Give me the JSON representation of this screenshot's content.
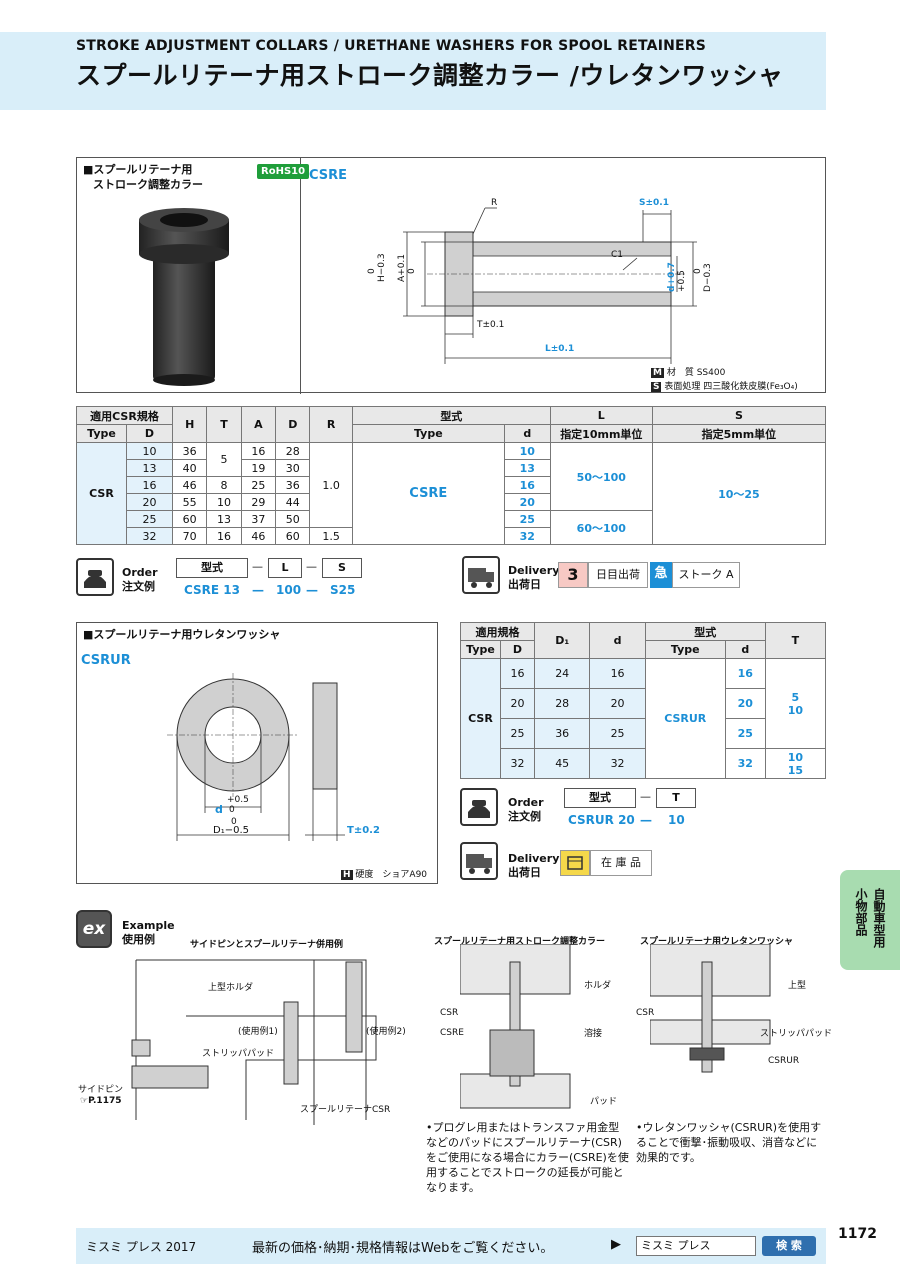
{
  "header": {
    "title_en": "STROKE ADJUSTMENT COLLARS / URETHANE WASHERS FOR SPOOL RETAINERS",
    "title_jp": "スプールリテーナ用ストローク調整カラー /ウレタンワッシャ"
  },
  "csre": {
    "section_label_1": "■スプールリテーナ用",
    "section_label_2": "ストローク調整カラー",
    "rohs": "RoHS10",
    "code": "CSRE",
    "dims": {
      "R": "R",
      "S": "S±0.1",
      "C1": "C1",
      "T": "T±0.1",
      "L": "L±0.1",
      "H": "H−0.3",
      "H0": "0",
      "A": "A+0.1",
      "A0": "0",
      "d": "d+0.7",
      "d2": "+0.5",
      "D": "D−0.3",
      "D0": "0"
    },
    "material_key": "M",
    "material": "材　質 SS400",
    "surface_key": "S",
    "surface": "表面処理 四三酸化鉄皮膜(Fe₃O₄)"
  },
  "table1": {
    "h_applicable": "適用CSR規格",
    "h_type": "Type",
    "h_D": "D",
    "h_H": "H",
    "h_T": "T",
    "h_A": "A",
    "h_Dcol": "D",
    "h_R": "R",
    "h_model": "型式",
    "h_model_type": "Type",
    "h_d": "d",
    "h_L": "L",
    "h_L2": "指定10mm単位",
    "h_S": "S",
    "h_S2": "指定5mm単位",
    "type_value": "CSR",
    "model_value": "CSRE",
    "rows": [
      {
        "D": "10",
        "H": "36",
        "A": "16",
        "Dd": "28",
        "d": "10"
      },
      {
        "D": "13",
        "H": "40",
        "A": "19",
        "Dd": "30",
        "d": "13"
      },
      {
        "D": "16",
        "H": "46",
        "A": "25",
        "Dd": "36",
        "d": "16"
      },
      {
        "D": "20",
        "H": "55",
        "A": "29",
        "Dd": "44",
        "d": "20"
      },
      {
        "D": "25",
        "H": "60",
        "A": "37",
        "Dd": "50",
        "d": "25"
      },
      {
        "D": "32",
        "H": "70",
        "A": "46",
        "Dd": "60",
        "d": "32"
      }
    ],
    "T_merged": "5",
    "T_row3": "8",
    "T_row4": "10",
    "T_row5": "13",
    "T_row6": "16",
    "R_merged": "1.0",
    "R_row6": "1.5",
    "L1": "50～100",
    "L2": "60～100",
    "S_val": "10～25"
  },
  "order1": {
    "label_en": "Order",
    "label_jp": "注文例",
    "h1": "型式",
    "h2": "L",
    "h3": "S",
    "dash": "—",
    "v1": "CSRE 13",
    "v2": "100",
    "v3": "S25"
  },
  "delivery1": {
    "label_en": "Delivery",
    "label_jp": "出荷日",
    "days": "3",
    "days_label": "日目出荷",
    "express": "急",
    "express_label": "ストーク A"
  },
  "csrur": {
    "section_label": "■スプールリテーナ用ウレタンワッシャ",
    "code": "CSRUR",
    "d_label": "d",
    "d_tol": "+0.5",
    "d_tol0": "0",
    "D1_label": "D₁−0.5",
    "D1_tol0": "0",
    "T_label": "T±0.2",
    "hardness_key": "H",
    "hardness": "硬度　ショアA90"
  },
  "table2": {
    "h_applicable": "適用規格",
    "h_type": "Type",
    "h_D": "D",
    "h_D1": "D₁",
    "h_d": "d",
    "h_model": "型式",
    "h_model_type": "Type",
    "h_model_d": "d",
    "h_T": "T",
    "type_value": "CSR",
    "model_value": "CSRUR",
    "rows": [
      {
        "D": "16",
        "D1": "24",
        "d": "16",
        "md": "16"
      },
      {
        "D": "20",
        "D1": "28",
        "d": "20",
        "md": "20"
      },
      {
        "D": "25",
        "D1": "36",
        "d": "25",
        "md": "25"
      },
      {
        "D": "32",
        "D1": "45",
        "d": "32",
        "md": "32"
      }
    ],
    "T_a1": "5",
    "T_a2": "10",
    "T_b1": "10",
    "T_b2": "15"
  },
  "order2": {
    "label_en": "Order",
    "label_jp": "注文例",
    "h1": "型式",
    "h2": "T",
    "dash": "—",
    "v1": "CSRUR 20",
    "v2": "10"
  },
  "delivery2": {
    "label_en": "Delivery",
    "label_jp": "出荷日",
    "stock": "在 庫 品"
  },
  "example": {
    "badge": "ex",
    "label_en": "Example",
    "label_jp": "使用例",
    "title1": "サイドピンとスプールリテーナ併用例",
    "title2": "スプールリテーナ用ストローク調整カラー",
    "title3": "スプールリテーナ用ウレタンワッシャ",
    "holder": "上型ホルダ",
    "ex1": "(使用例1)",
    "ex2": "(使用例2)",
    "stripper": "ストリッパパッド",
    "sidepin": "サイドピン",
    "ref": "☞P.1175",
    "retainer": "スプールリテーナCSR",
    "holda": "ホルダ",
    "csr": "CSR",
    "csre": "CSRE",
    "weld": "溶接",
    "pad": "パッド",
    "upper": "上型",
    "csr2": "CSR",
    "stripper2": "ストリッパパッド",
    "csrur": "CSRUR",
    "note1": "•プログレ用またはトランスファ用金型などのパッドにスプールリテーナ(CSR)をご使用になる場合にカラー(CSRE)を使用することでストロークの延長が可能となります。",
    "note2": "•ウレタンワッシャ(CSRUR)を使用することで衝撃･振動吸収、消音などに効果的です。"
  },
  "side_tab": {
    "line1": "自動車型用",
    "line2": "小物部品"
  },
  "footer": {
    "brand": "ミスミ プレス 2017",
    "message": "最新の価格･納期･規格情報はWebをご覧ください。",
    "search_value": "ミスミ プレス",
    "search_button": "検 索",
    "page": "1172"
  }
}
